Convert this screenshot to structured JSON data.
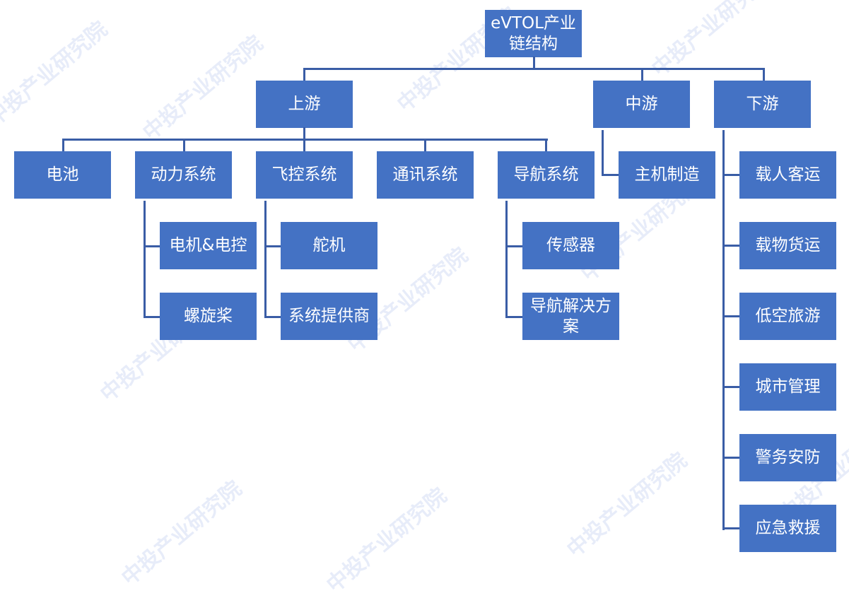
{
  "root": "eVTOL产业链结构",
  "tiers": {
    "upstream": "上游",
    "midstream": "中游",
    "downstream": "下游"
  },
  "upstream_items": [
    "电池",
    "动力系统",
    "飞控系统",
    "通讯系统",
    "导航系统"
  ],
  "power_sub": [
    "电机&电控",
    "螺旋桨"
  ],
  "flight_control_sub": [
    "舵机",
    "系统提供商"
  ],
  "navigation_sub": [
    "传感器",
    "导航解决方案"
  ],
  "midstream_items": [
    "主机制造"
  ],
  "downstream_items": [
    "载人客运",
    "载物货运",
    "低空旅游",
    "城市管理",
    "警务安防",
    "应急救援"
  ],
  "watermark": "中投产业研究院",
  "colors": {
    "box": "#4472C4",
    "line": "#3A5DA6"
  }
}
